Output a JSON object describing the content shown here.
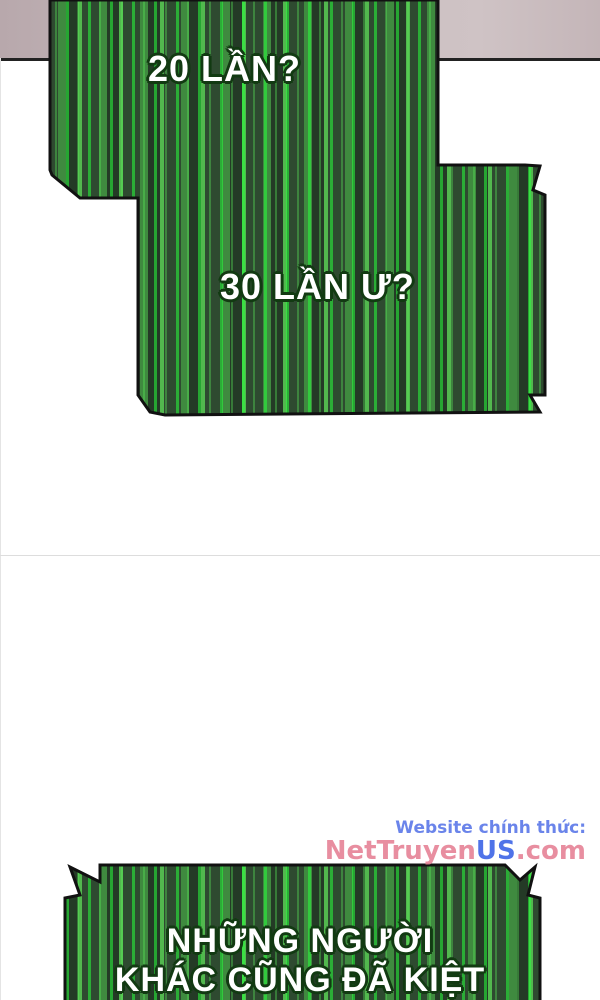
{
  "panels": [
    {
      "captions": [
        "20 LẦN?",
        "30 LẦN Ư?"
      ]
    },
    {
      "captions": [
        "NHỮNG NGƯỜI",
        "KHÁC CŨNG ĐÃ KIỆT"
      ]
    }
  ],
  "watermark": {
    "line1": "Website chính thức:",
    "brand_a": "NetTruyen",
    "brand_b": "US",
    ".com": ".com"
  },
  "colors": {
    "panel_green": "#3f8a3f",
    "outline": "#111111",
    "caption_stroke": "#123a12"
  }
}
